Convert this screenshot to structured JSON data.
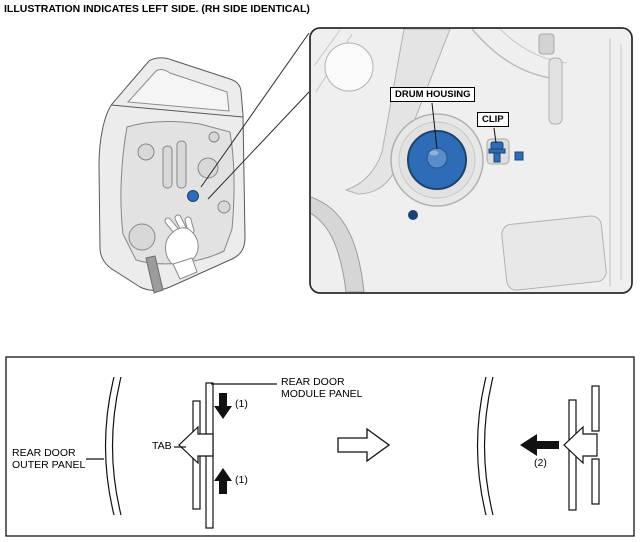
{
  "colors": {
    "highlight_blue": "#2e6db5",
    "navy": "#1d4470"
  },
  "header": {
    "note": "ILLUSTRATION INDICATES LEFT SIDE. (RH SIDE IDENTICAL)"
  },
  "callout": {
    "drum_housing_label": "DRUM HOUSING",
    "clip_label": "CLIP"
  },
  "assembly": {
    "module_panel_label": "REAR DOOR\nMODULE PANEL",
    "tab_label": "TAB",
    "outer_panel_label": "REAR DOOR\nOUTER PANEL",
    "step_down_label": "(1)",
    "step_up_label": "(1)",
    "step_slide_label": "(2)"
  }
}
